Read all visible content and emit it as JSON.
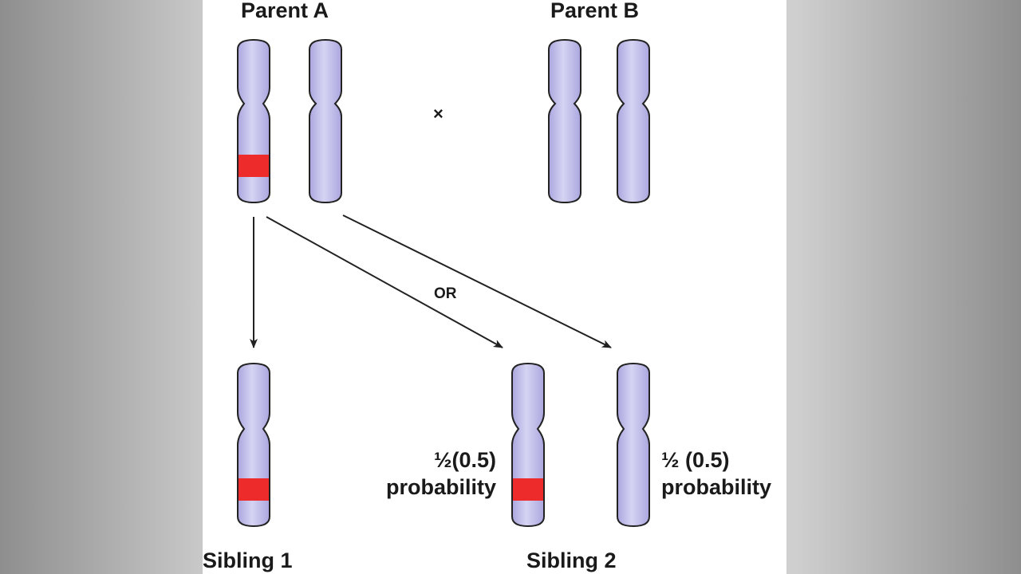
{
  "labels": {
    "parent_a": "Parent A",
    "parent_b": "Parent B",
    "cross_symbol": "×",
    "or_label": "OR",
    "sibling1": "Sibling 1",
    "sibling2": "Sibling 2",
    "prob_left_line1": "½(0.5)",
    "prob_left_line2": "probability",
    "prob_right_line1": "½ (0.5)",
    "prob_right_line2": "probability"
  },
  "colors": {
    "chromosome_fill_light": "#d4d2f2",
    "chromosome_fill_dark": "#a9a5de",
    "chromosome_outline": "#222222",
    "marked_band": "#ee2b2b",
    "arrow": "#222222"
  }
}
